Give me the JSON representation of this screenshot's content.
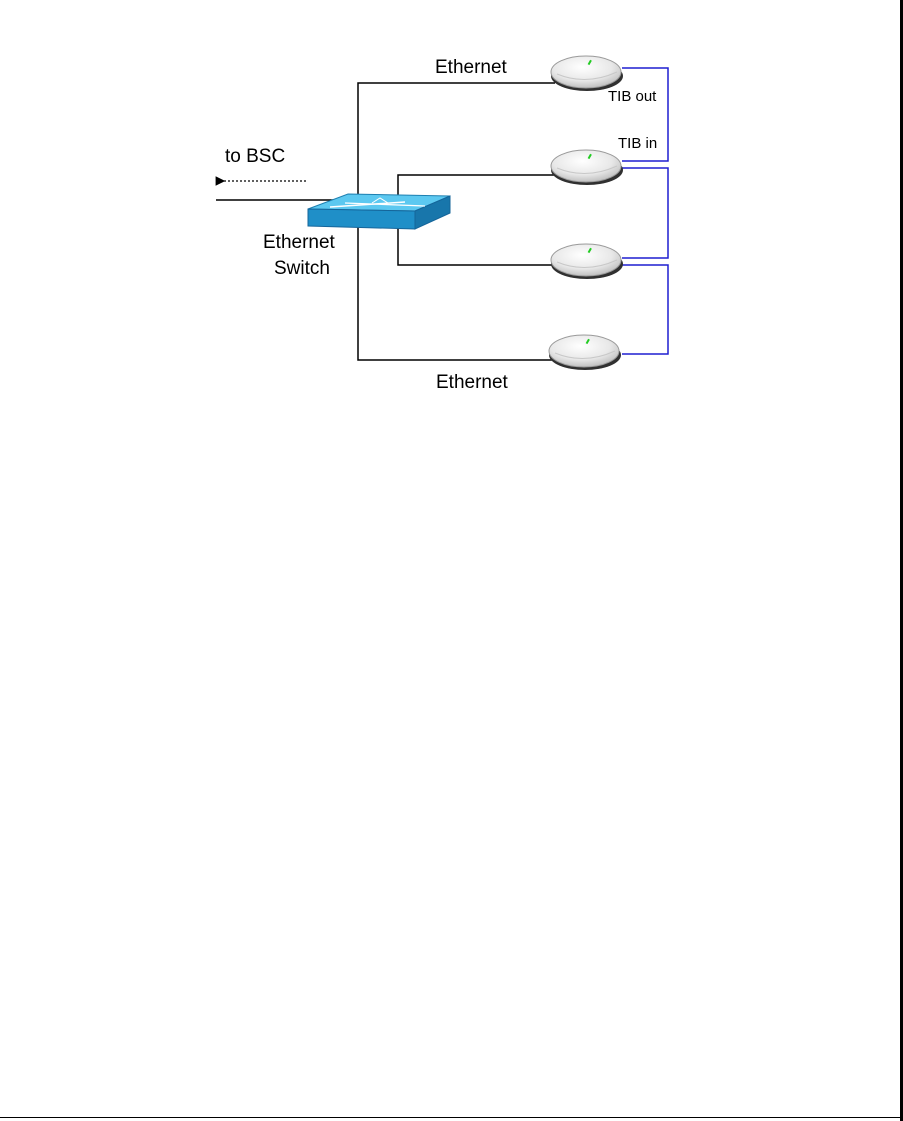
{
  "diagram": {
    "labels": {
      "ethernet_top": "Ethernet",
      "ethernet_bottom": "Ethernet",
      "to_bsc": "to BSC",
      "switch_line1": "Ethernet",
      "switch_line2": "Switch",
      "tib_out": "TIB out",
      "tib_in": "TIB in"
    },
    "nodes": [
      {
        "id": "switch",
        "icon": "network-switch-icon"
      },
      {
        "id": "radio-1",
        "icon": "radio-node-icon"
      },
      {
        "id": "radio-2",
        "icon": "radio-node-icon"
      },
      {
        "id": "radio-3",
        "icon": "radio-node-icon"
      },
      {
        "id": "radio-4",
        "icon": "radio-node-icon"
      }
    ],
    "colors": {
      "ethernet_line": "#000000",
      "tib_line": "#1f1fd0",
      "switch_top": "#5cc8f0",
      "switch_side": "#1f8fc8"
    }
  }
}
